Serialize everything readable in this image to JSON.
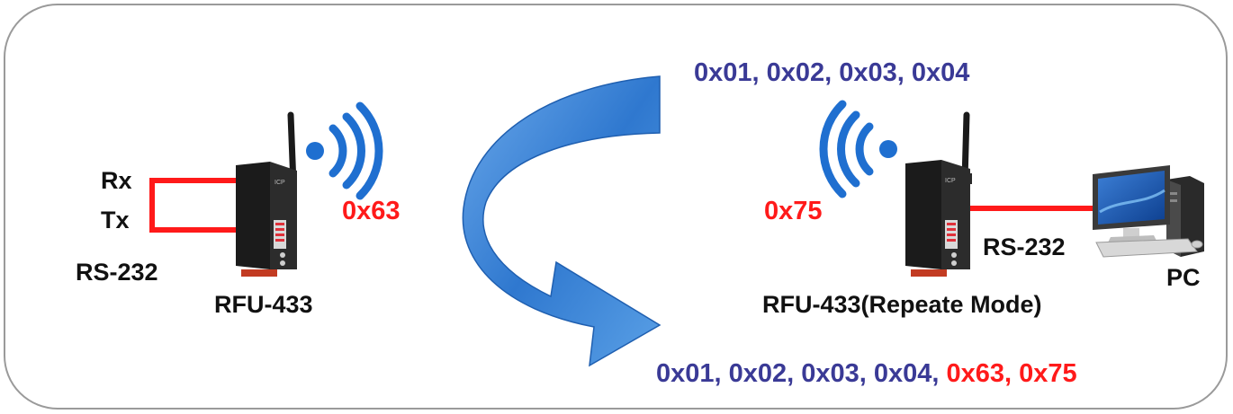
{
  "left_device": {
    "rx_label": "Rx",
    "tx_label": "Tx",
    "interface_label": "RS-232",
    "name": "RFU-433",
    "sent_value": "0x63"
  },
  "right_device": {
    "name": "RFU-433(Repeate Mode)",
    "sent_value": "0x75",
    "interface_label": "RS-232",
    "pc_label": "PC"
  },
  "data_stream": {
    "incoming": "0x01, 0x02, 0x03, 0x04",
    "outgoing_parts": [
      "0x01, 0x02, 0x03, 0x04",
      ", ",
      "0x63",
      ", ",
      "0x75"
    ]
  },
  "colors": {
    "arrow": "#3f86d9",
    "wire": "#ff1a1a",
    "wireless": "#1f6fd0",
    "blue_text": "#3a3a96",
    "red_text": "#ff1a1a"
  }
}
